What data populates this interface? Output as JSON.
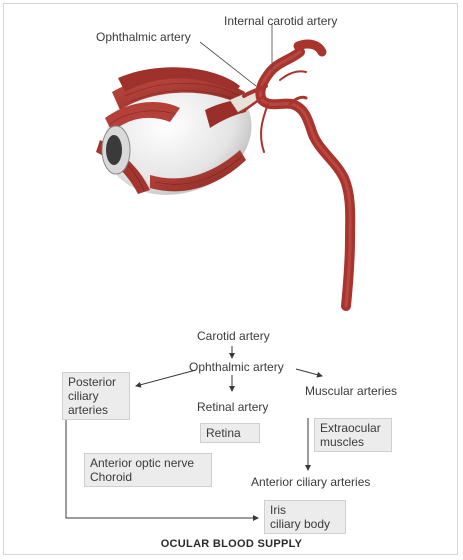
{
  "illustration": {
    "label_ophthalmic": "Ophthalmic artery",
    "label_internal_carotid": "Internal carotid artery"
  },
  "flowchart": {
    "carotid": "Carotid artery",
    "ophthalmic": "Ophthalmic artery",
    "posterior_ciliary": "Posterior\nciliary\narteries",
    "retinal_artery": "Retinal artery",
    "retina": "Retina",
    "muscular_arteries": "Muscular arteries",
    "extraocular_muscles": "Extraocular\nmuscles",
    "anterior_optic_choroid": "Anterior optic nerve\nChoroid",
    "anterior_ciliary": "Anterior ciliary arteries",
    "iris_ciliary_body": "Iris\nciliary body"
  },
  "caption": "OCULAR BLOOD SUPPLY",
  "colors": {
    "artery": "#a8342e",
    "artery_dark": "#7c1f1c",
    "muscle": "#b2403a",
    "sclera": "#e6e6e6",
    "box_fill": "#ececec",
    "text": "#3a3a3a"
  }
}
